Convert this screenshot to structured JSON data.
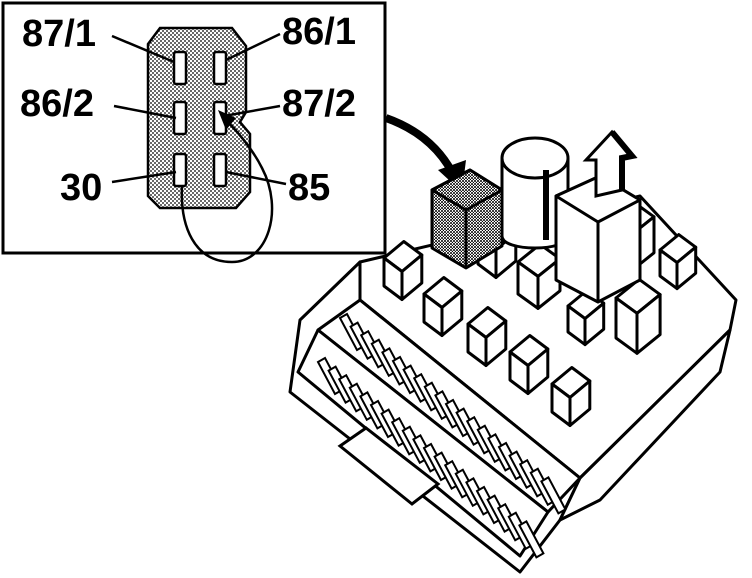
{
  "inset": {
    "pin_labels": {
      "p87_1": "87/1",
      "p86_1": "86/1",
      "p86_2": "86/2",
      "p87_2": "87/2",
      "p30": "30",
      "p85": "85"
    }
  },
  "colors": {
    "ink": "#000000",
    "paper": "#ffffff",
    "stipple": "#9a9a9a"
  },
  "icons": {
    "pointer_arrow": "curved-arrow-icon",
    "removal_arrow": "up-arrow-icon",
    "jumper_wire": "jumper-loop-icon"
  }
}
